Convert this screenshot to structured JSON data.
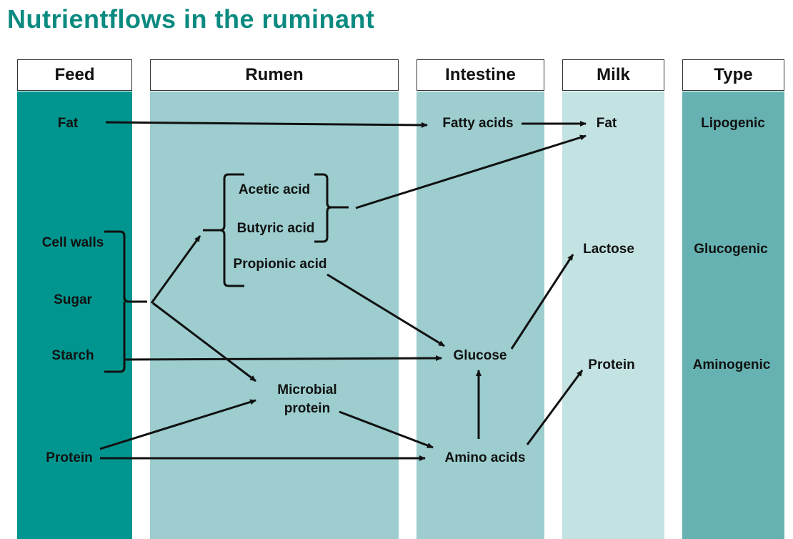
{
  "title": "Nutrientflows in the ruminant",
  "columns": {
    "feed": "Feed",
    "rumen": "Rumen",
    "intestine": "Intestine",
    "milk": "Milk",
    "type": "Type"
  },
  "colors": {
    "title": "#0a8a80",
    "feed": "#00968f",
    "rumen": "#9dcdce",
    "intestine": "#9dcdce",
    "milk": "#c3e2e2",
    "type": "#66b2b2"
  },
  "feed": {
    "fat": "Fat",
    "cell_walls": "Cell walls",
    "sugar": "Sugar",
    "starch": "Starch",
    "protein": "Protein"
  },
  "rumen": {
    "acetic_acid": "Acetic acid",
    "butyric_acid": "Butyric acid",
    "propionic_acid": "Propionic acid",
    "microbial_protein_line1": "Microbial",
    "microbial_protein_line2": "protein"
  },
  "intestine": {
    "fatty_acids": "Fatty acids",
    "glucose": "Glucose",
    "amino_acids": "Amino acids"
  },
  "milk": {
    "fat": "Fat",
    "lactose": "Lactose",
    "protein": "Protein"
  },
  "type": {
    "lipogenic": "Lipogenic",
    "glucogenic": "Glucogenic",
    "aminogenic": "Aminogenic"
  }
}
